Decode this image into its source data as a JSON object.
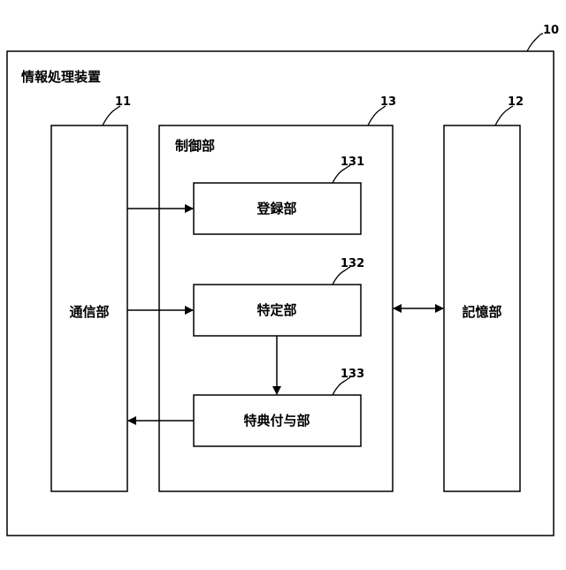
{
  "device": {
    "ref": "10",
    "label": "情報処理装置"
  },
  "communication": {
    "ref": "11",
    "label": "通信部"
  },
  "storage": {
    "ref": "12",
    "label": "記憶部"
  },
  "control": {
    "ref": "13",
    "label": "制御部"
  },
  "registration": {
    "ref": "131",
    "label": "登録部"
  },
  "identification": {
    "ref": "132",
    "label": "特定部"
  },
  "benefit": {
    "ref": "133",
    "label": "特典付与部"
  }
}
